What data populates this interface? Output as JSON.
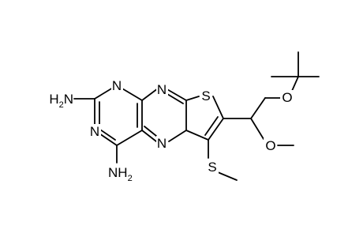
{
  "molecule": {
    "atom_labels": {
      "n1": "N",
      "n3": "N",
      "n5": "N",
      "n8": "N",
      "s_ring": "S",
      "s_methylthio": "S",
      "o_methoxy": "O",
      "o_ether": "O",
      "amine_top": {
        "h": "H",
        "sub": "2",
        "n": "N"
      },
      "amine_bottom": {
        "n": "N",
        "h": "H",
        "sub": "2"
      }
    }
  },
  "colors": {
    "bond": "#000000",
    "label": "#000000",
    "background": "#ffffff"
  }
}
